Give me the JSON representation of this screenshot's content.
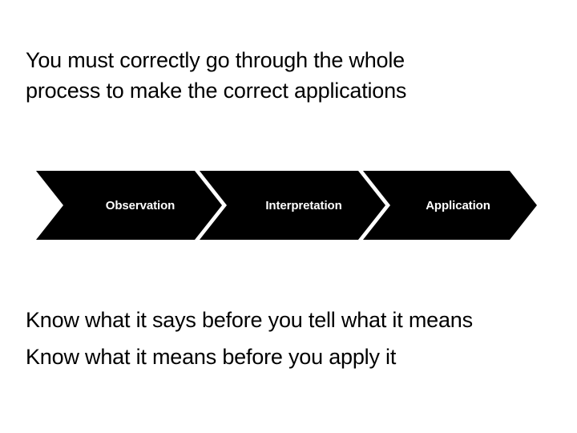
{
  "slide": {
    "background_color": "#ffffff",
    "text_color": "#000000"
  },
  "heading": {
    "line1": "You must correctly go through the whole",
    "line2": "process to make the correct applications"
  },
  "process": {
    "shape_color": "#000000",
    "label_color": "#ffffff",
    "steps": [
      {
        "label": "Observation"
      },
      {
        "label": "Interpretation"
      },
      {
        "label": "Application"
      }
    ]
  },
  "footer": {
    "line1": "Know what it says before you tell what it means",
    "line2": "Know what it means before you apply it"
  }
}
